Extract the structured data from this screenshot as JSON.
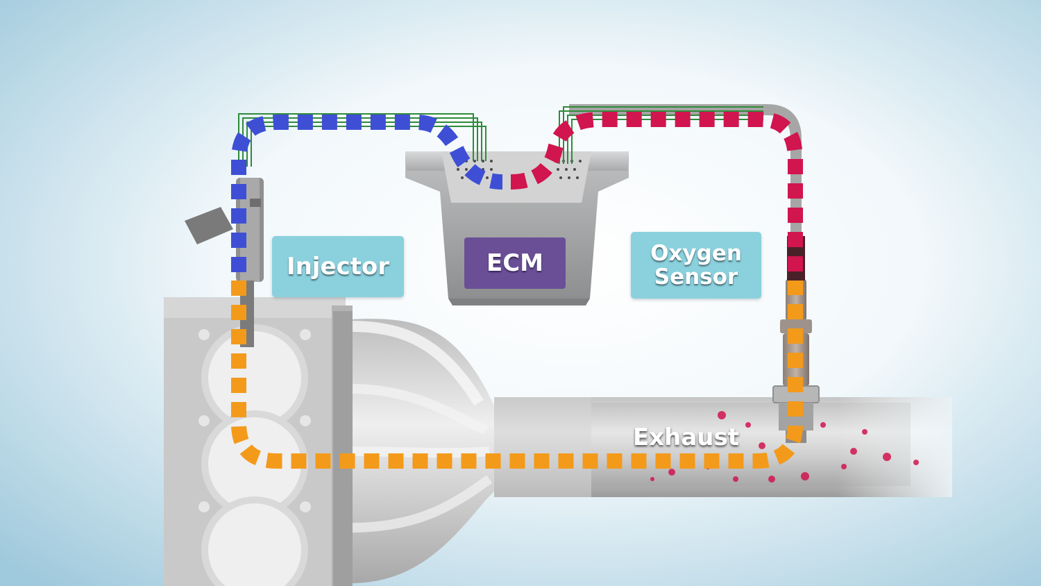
{
  "labels": {
    "injector": "Injector",
    "ecm": "ECM",
    "oxygen_line1": "Oxygen",
    "oxygen_line2": "Sensor",
    "exhaust": "Exhaust"
  },
  "colors": {
    "background_edge": "#9fc9dc",
    "background_center": "#ffffff",
    "label_cyan": "#8ad1dd",
    "label_ecm": "#6a4f97",
    "signal_blue": "#3e4fd6",
    "signal_red": "#d1154f",
    "signal_orange": "#f39a1b",
    "wire_green": "#2e8b3a",
    "metal": "#b9babb"
  }
}
